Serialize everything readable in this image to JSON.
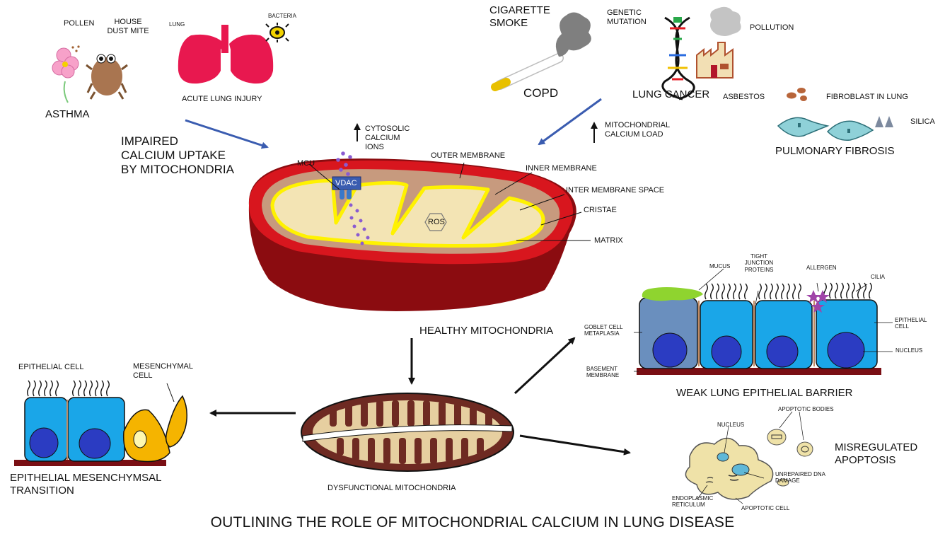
{
  "title": "OUTLINING THE ROLE OF MITOCHONDRIAL CALCIUM IN LUNG DISEASE",
  "top_left": {
    "pollen": "POLLEN",
    "house_dust_mite": "HOUSE\nDUST MITE",
    "lung": "LUNG",
    "bacteria": "BACTERIA",
    "asthma": "ASTHMA",
    "acute_lung_injury": "ACUTE LUNG INJURY",
    "impaired_uptake": "IMPAIRED\nCALCIUM UPTAKE\nBY MITOCHONDRIA"
  },
  "top_right": {
    "cigarette_smoke": "CIGARETTE\nSMOKE",
    "genetic_mutation": "GENETIC\nMUTATION",
    "pollution": "POLLUTION",
    "copd": "COPD",
    "lung_cancer": "LUNG CANCER",
    "asbestos": "ASBESTOS",
    "fibroblast": "FIBROBLAST IN LUNG",
    "silica": "SILICA",
    "pulmonary_fibrosis": "PULMONARY FIBROSIS",
    "mito_calcium_load": "MITOCHONDRIAL\nCALCIUM LOAD"
  },
  "mitochondria": {
    "cytosolic": "CYTOSOLIC\nCALCIUM\nIONS",
    "mcu": "MCU",
    "vdac": "VDAC",
    "outer_membrane": "OUTER MEMBRANE",
    "inner_membrane": "INNER MEMBRANE",
    "inter_membrane_space": "INTER MEMBRANE SPACE",
    "cristae": "CRISTAE",
    "matrix": "MATRIX",
    "ros": "ROS",
    "healthy": "HEALTHY MITOCHONDRIA",
    "dysfunctional": "DYSFUNCTIONAL MITOCHONDRIA"
  },
  "epithelial_barrier": {
    "mucus": "MUCUS",
    "tight_junction": "TIGHT\nJUNCTION\nPROTEINS",
    "allergen": "ALLERGEN",
    "cilia": "CILIA",
    "goblet": "GOBLET CELL\nMETAPLASIA",
    "epithelial_cell": "EPITHELIAL\nCELL",
    "nucleus": "NUCLEUS",
    "basement": "BASEMENT\nMEMBRANE",
    "caption": "WEAK LUNG EPITHELIAL BARRIER"
  },
  "emt": {
    "epithelial_cell": "EPITHELIAL CELL",
    "mesenchymal_cell": "MESENCHYMAL\nCELL",
    "caption": "EPITHELIAL MESENCHYMSAL\nTRANSITION"
  },
  "apoptosis": {
    "apoptotic_bodies": "APOPTOTIC BODIES",
    "nucleus": "NUCLEUS",
    "unrepaired": "UNREPAIRED DNA\nDAMAGE",
    "er": "ENDOPLASMIC\nRETICULUM",
    "apoptotic_cell": "APOPTOTIC CELL",
    "caption": "MISREGULATED\nAPOPTOSIS"
  },
  "colors": {
    "outer_red": "#d8161e",
    "dark_red": "#8b0c10",
    "inter_space": "#c79a7e",
    "yellow": "#fff200",
    "matrix": "#f3e4b4",
    "blue_cell": "#1aa6e8",
    "goblet": "#6a8fbe",
    "nucleus": "#2b3cc2",
    "orange": "#f5b400",
    "dys_brown": "#6e2a22",
    "dys_beige": "#e6cfa0",
    "apoptotic": "#efe2a8",
    "arrow_blue": "#3a5cb0",
    "lung_pink": "#e8184f",
    "basement": "#7a0f14"
  }
}
